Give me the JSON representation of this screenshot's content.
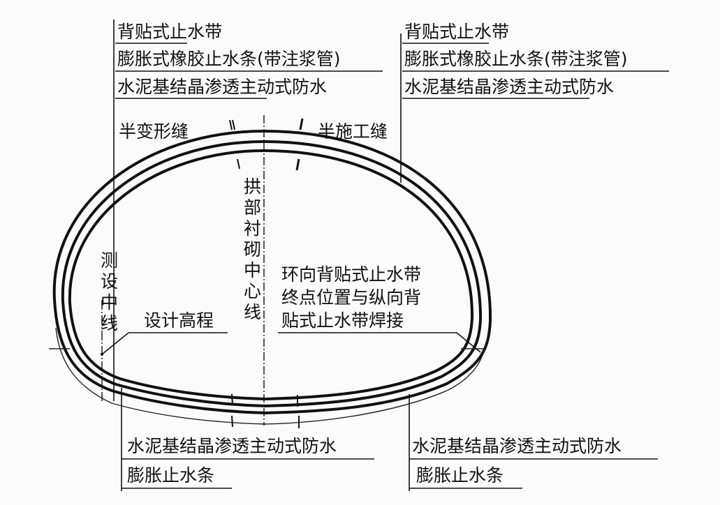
{
  "top_left": {
    "line1": "背贴式止水带",
    "line2": "膨胀式橡胶止水条(带注浆管)",
    "line3": "水泥基结晶渗透主动式防水"
  },
  "top_right": {
    "line1": "背贴式止水带",
    "line2": "膨胀式橡胶止水条(带注浆管)",
    "line3": "水泥基结晶渗透主动式防水"
  },
  "joints": {
    "left": "半变形缝",
    "right": "半施工缝"
  },
  "centerline_label": [
    "拱",
    "部",
    "衬",
    "砌",
    "中",
    "心",
    "线"
  ],
  "survey_centerline_label": [
    "测",
    "设",
    "中",
    "线"
  ],
  "design_elevation": "设计高程",
  "weld_note": {
    "line1": "环向背贴式止水带",
    "line2": "终点位置与纵向背",
    "line3": "贴式止水带焊接"
  },
  "bottom_left": {
    "line1": "水泥基结晶渗透主动式防水",
    "line2": "膨胀止水条"
  },
  "bottom_right": {
    "line1": "水泥基结晶渗透主动式防水",
    "line2": "膨胀止水条"
  }
}
